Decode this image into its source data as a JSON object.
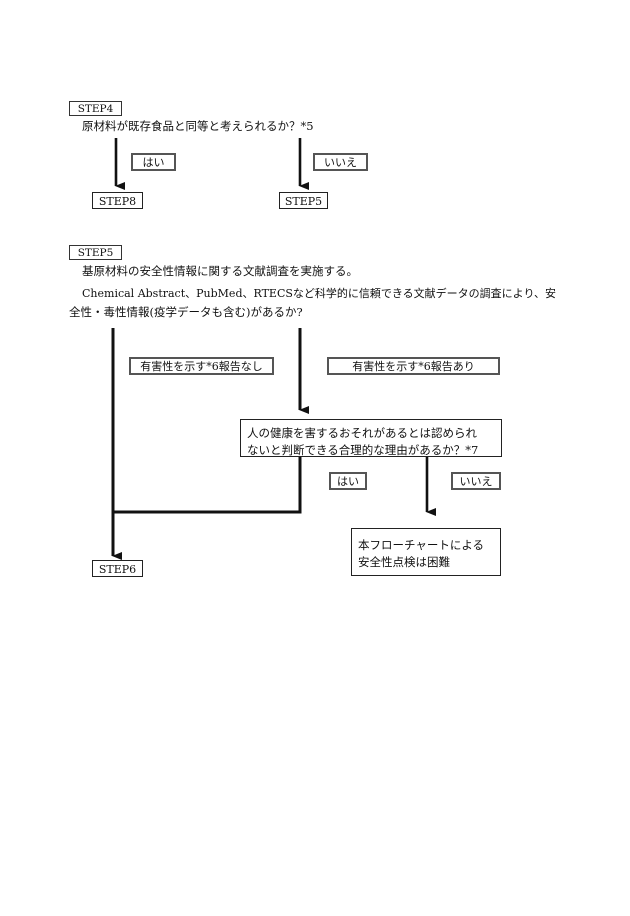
{
  "step4": {
    "header": "STEP4",
    "question": "原材料が既存食品と同等と考えられるか？*5",
    "yes_label": "はい",
    "no_label": "いいえ",
    "yes_target": "STEP8",
    "no_target": "STEP5"
  },
  "step5": {
    "header": "STEP5",
    "line1": "基原材料の安全性情報に関する文献調査を実施する。",
    "line2": "Chemical Abstract、PubMed、RTECSなど科学的に信頼できる文献データの調査により、安",
    "line3": "全性・毒性情報(疫学データも含む)があるか?",
    "no_report_label": "有害性を示す*6報告なし",
    "report_label": "有害性を示す*6報告あり",
    "health_question_line1": "人の健康を害するおそれがあるとは認められ",
    "health_question_line2": "ないと判断できる合理的な理由があるか？*7",
    "yes_label": "はい",
    "no_label": "いいえ",
    "step6_target": "STEP6",
    "difficult_line1": "本フローチャートによる",
    "difficult_line2": "安全性点検は困難"
  }
}
